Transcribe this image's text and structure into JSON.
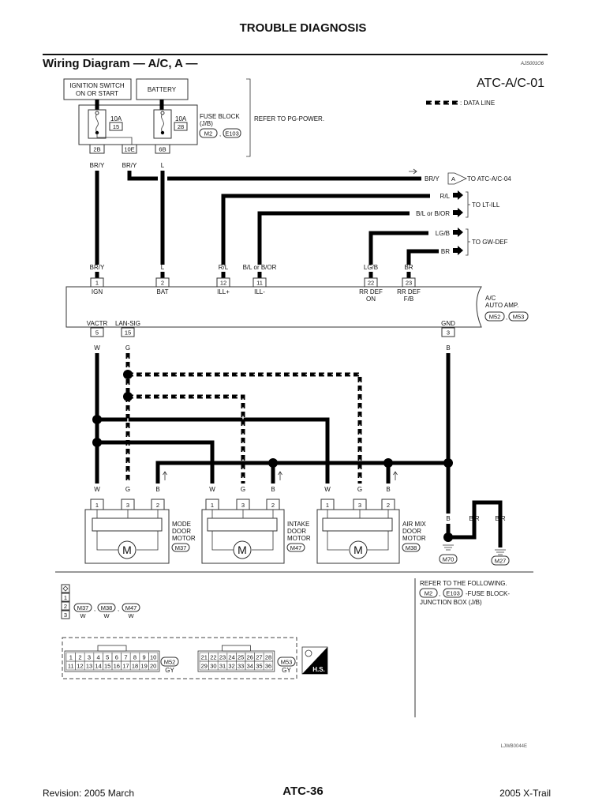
{
  "page": {
    "section_header": "TROUBLE DIAGNOSIS",
    "title": "Wiring Diagram — A/C, A —",
    "doc_code": "AJS001O6",
    "diagram_id": "ATC-A/C-01",
    "legend_data_line": ": DATA LINE",
    "figure_code": "LJWB0044E",
    "footer": {
      "revision": "Revision: 2005 March",
      "page": "ATC-36",
      "model": "2005 X-Trail"
    }
  },
  "power": {
    "ignition_switch": [
      "IGNITION SWITCH",
      "ON OR START"
    ],
    "battery": "BATTERY",
    "fuse1": {
      "amp": "10A",
      "num": "15"
    },
    "fuse2": {
      "amp": "10A",
      "num": "28"
    },
    "fuse_block": [
      "FUSE BLOCK",
      "(J/B)"
    ],
    "fuse_block_connectors": [
      "M2",
      "E103"
    ],
    "refer_note": "REFER TO PG-POWER.",
    "terminals": [
      "2B",
      "10E",
      "6B"
    ],
    "wire_colors": [
      "BR/Y",
      "BR/Y",
      "L"
    ]
  },
  "outgoing": {
    "atc04": {
      "wire": "BR/Y",
      "marker": "A",
      "label": "TO ATC-A/C-04"
    },
    "lt_ill": {
      "wires": [
        "R/L",
        "B/L or B/OR"
      ],
      "label": "TO LT-ILL"
    },
    "gw_def": {
      "wires": [
        "LG/B",
        "BR"
      ],
      "label": "TO GW-DEF"
    }
  },
  "amp": {
    "name": [
      "A/C",
      "AUTO AMP."
    ],
    "connectors": [
      "M52",
      "M53"
    ],
    "top_pins": [
      {
        "wire": "BR/Y",
        "pin": "1",
        "label": [
          "IGN"
        ]
      },
      {
        "wire": "L",
        "pin": "2",
        "label": [
          "BAT"
        ]
      },
      {
        "wire": "R/L",
        "pin": "12",
        "label": [
          "ILL+"
        ]
      },
      {
        "wire": "B/L or B/OR",
        "pin": "11",
        "label": [
          "ILL-"
        ]
      },
      {
        "wire": "LG/B",
        "pin": "22",
        "label": [
          "RR DEF",
          "ON"
        ]
      },
      {
        "wire": "BR",
        "pin": "23",
        "label": [
          "RR DEF",
          "F/B"
        ]
      }
    ],
    "bottom_pins": [
      {
        "label": "VACTR",
        "pin": "5",
        "wire": "W"
      },
      {
        "label": "LAN-SIG",
        "pin": "15",
        "wire": "G"
      },
      {
        "label": "GND",
        "pin": "3",
        "wire": "B"
      }
    ]
  },
  "motors": [
    {
      "name": [
        "MODE",
        "DOOR",
        "MOTOR"
      ],
      "connector": "M37",
      "pins": [
        "1",
        "3",
        "2"
      ],
      "wires": [
        "W",
        "G",
        "B"
      ]
    },
    {
      "name": [
        "INTAKE",
        "DOOR",
        "MOTOR"
      ],
      "connector": "M47",
      "pins": [
        "1",
        "3",
        "2"
      ],
      "wires": [
        "W",
        "G",
        "B"
      ]
    },
    {
      "name": [
        "AIR MIX",
        "DOOR",
        "MOTOR"
      ],
      "connector": "M38",
      "pins": [
        "1",
        "3",
        "2"
      ],
      "wires": [
        "W",
        "G",
        "B"
      ]
    }
  ],
  "motor_symbol": "M",
  "grounds": [
    {
      "wire": "B",
      "connector": "M70"
    },
    {
      "wire": "B/R",
      "connector": ""
    },
    {
      "wire": "B/R",
      "connector": "M27"
    }
  ],
  "legend": {
    "rows": [
      "1",
      "2",
      "3"
    ],
    "connectors": [
      "M37",
      "M38",
      "M47"
    ],
    "colors": [
      "W",
      "W",
      "W"
    ],
    "refer_following": "REFER TO THE FOLLOWING.",
    "refer_connectors": [
      "M2",
      "E103"
    ],
    "refer_text": [
      "-FUSE BLOCK-",
      "JUNCTION BOX (J/B)"
    ]
  },
  "connector_views": [
    {
      "id": "M52",
      "color": "GY",
      "top": [
        "1",
        "2",
        "3",
        "4",
        "5",
        "6",
        "7",
        "8",
        "9",
        "10"
      ],
      "bottom": [
        "11",
        "12",
        "13",
        "14",
        "15",
        "16",
        "17",
        "18",
        "19",
        "20"
      ]
    },
    {
      "id": "M53",
      "color": "GY",
      "top": [
        "21",
        "22",
        "23",
        "24",
        "25",
        "26",
        "27",
        "28"
      ],
      "bottom": [
        "29",
        "30",
        "31",
        "32",
        "33",
        "34",
        "35",
        "36"
      ]
    }
  ],
  "hs_badge": "H.S."
}
